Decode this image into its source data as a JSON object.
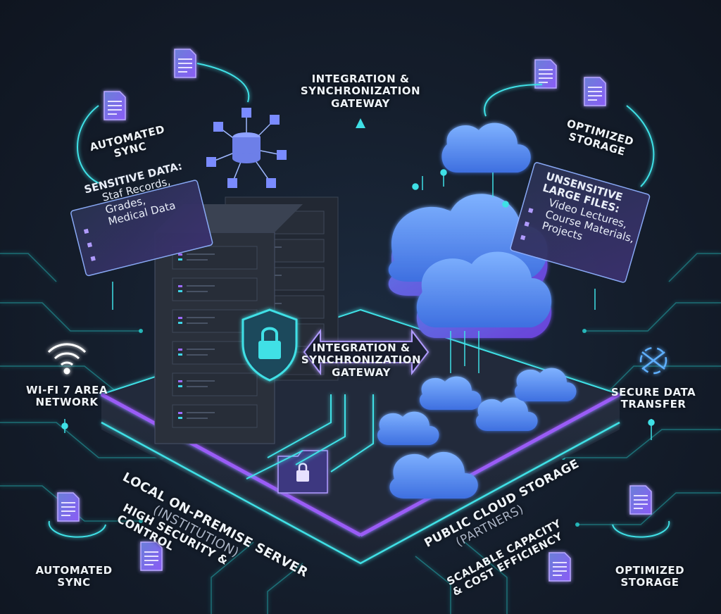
{
  "colors": {
    "background": "#141d2b",
    "circuit": "#2ad6d6",
    "accent_purple": "#8a5cf6",
    "cloud_blue": "#4a8cf0",
    "server": "#2a303b"
  },
  "top_gateway": {
    "line1": "INTEGRATION &",
    "line2": "SYNCHRONIZATION",
    "line3": "GATEWAY"
  },
  "center_gateway": {
    "line1": "INTEGRATION &",
    "line2": "SYNCHRONIZATION",
    "line3": "GATEWAY"
  },
  "auto_sync_top": {
    "line1": "AUTOMATED",
    "line2": "SYNC"
  },
  "optimized_top": {
    "line1": "OPTIMIZED",
    "line2": "STORAGE"
  },
  "sensitive_panel": {
    "heading": "SENSITIVE DATA:",
    "items": [
      "Staf Records,",
      "Grades,",
      "Medical Data"
    ]
  },
  "unsensitive_panel": {
    "heading1": "UNSENSITIVE",
    "heading2": "LARGE FILES:",
    "items": [
      "Video Lectures,",
      "Course Materials,",
      "Projects"
    ]
  },
  "wifi": {
    "line1": "WI-FI 7 AREA",
    "line2": "NETWORK"
  },
  "secure_transfer": {
    "line1": "SECURE DATA",
    "line2": "TRANSFER"
  },
  "local_server": {
    "title": "LOCAL ON-PREMISE SERVER",
    "subtitle": "(INSTITUTION)",
    "tagline": "HIGH SECURITY & CONTROL"
  },
  "public_cloud": {
    "title": "PUBLIC CLOUD STORAGE",
    "subtitle": "(PARTNERS)",
    "tagline1": "SCALABLE CAPACITY",
    "tagline2": "& COST EFFICIENCY"
  },
  "auto_sync_bottom": {
    "line1": "AUTOMATED",
    "line2": "SYNC"
  },
  "optimized_bottom": {
    "line1": "OPTIMIZED",
    "line2": "STORAGE"
  },
  "icons": [
    "document-icon",
    "database-network-icon",
    "server-rack-icon",
    "shield-lock-icon",
    "cloud-icon",
    "wifi-icon",
    "transfer-icon",
    "folder-lock-icon"
  ]
}
